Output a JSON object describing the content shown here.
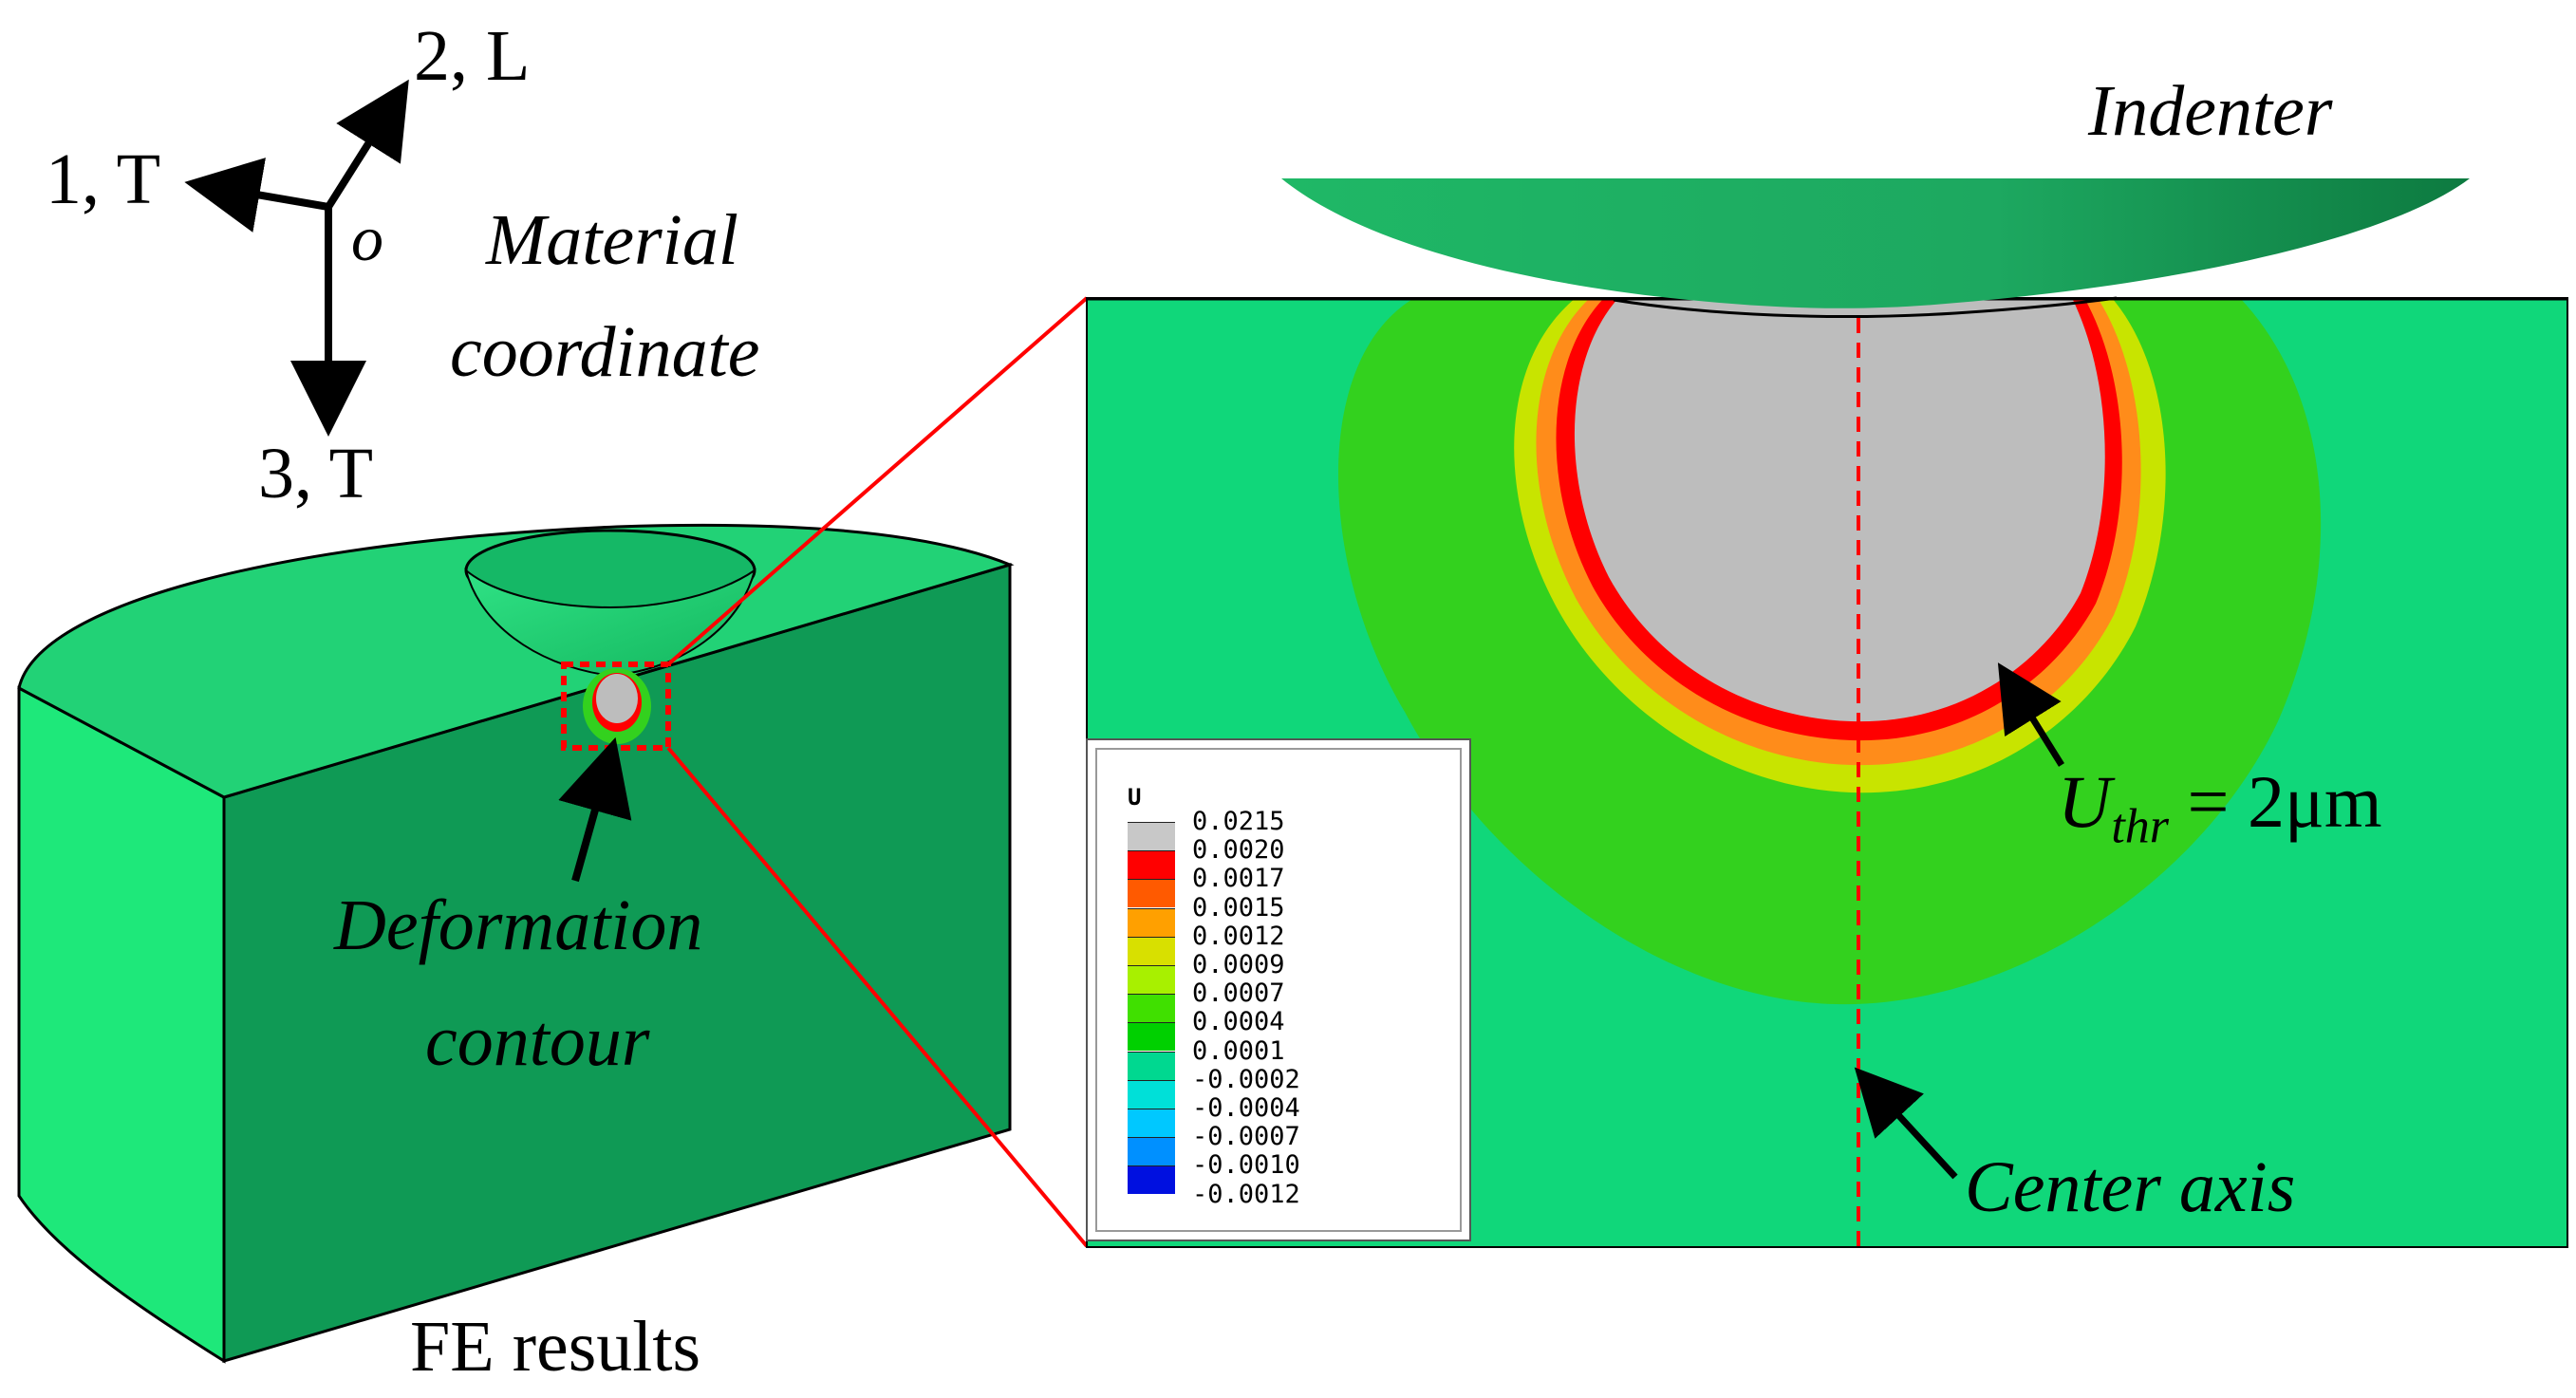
{
  "labels": {
    "axis_2": "2, L",
    "axis_1": "1, T",
    "axis_3": "3, T",
    "origin": "o",
    "material_coordinate_line1": "Material",
    "material_coordinate_line2": "coordinate",
    "indenter": "Indenter",
    "deformation_contour_line1": "Deformation",
    "deformation_contour_line2": "contour",
    "fe_results": "FE results",
    "center_axis": "Center axis",
    "u_thr_prefix": "U",
    "u_thr_subscript": "thr",
    "u_thr_value": " = 2μm"
  },
  "legend": {
    "title": "U",
    "values": [
      "0.0215",
      "0.0020",
      "0.0017",
      "0.0015",
      "0.0012",
      "0.0009",
      "0.0007",
      "0.0004",
      "0.0001",
      "-0.0002",
      "-0.0004",
      "-0.0007",
      "-0.0010",
      "-0.0012"
    ],
    "colors": [
      "#c8c8c8",
      "#ff0000",
      "#ff5a00",
      "#ffa000",
      "#d8e000",
      "#a8f000",
      "#40e000",
      "#00d000",
      "#00d890",
      "#00e0d8",
      "#00c8ff",
      "#0090ff",
      "#0050ff",
      "#0010e0"
    ]
  },
  "colors": {
    "block_front": "#0f9a55",
    "block_side": "#1ee87a",
    "block_top": "#22d276",
    "indenter": "#1da860",
    "contour_bg": "#10d77a",
    "zone_green": "#33d11e",
    "zone_yellow": "#c8e400",
    "zone_orange": "#ff8c1a",
    "zone_red": "#ff0000",
    "zone_gray": "#bdbdbd",
    "callout_red": "#ff0000"
  }
}
